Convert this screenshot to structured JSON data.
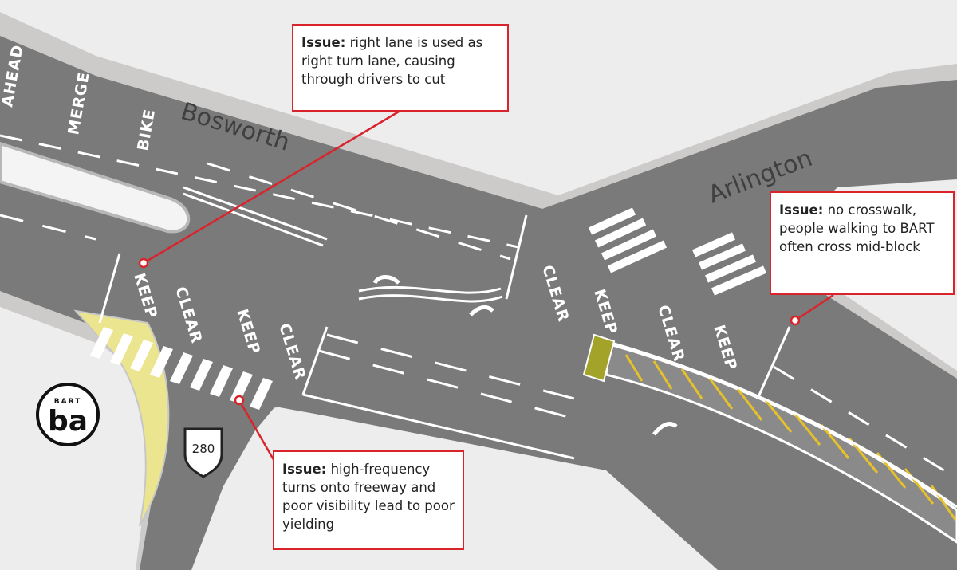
{
  "streets": {
    "bosworth": "Bosworth",
    "arlington": "Arlington"
  },
  "pavement_markings": {
    "ahead": "AHEAD",
    "merge": "MERGE",
    "bike": "BIKE",
    "keep": "KEEP",
    "clear": "CLEAR"
  },
  "callouts": [
    {
      "id": "right-lane",
      "label": "Issue:",
      "text": "right lane is used as right turn lane, causing through drivers to cut"
    },
    {
      "id": "crosswalk",
      "label": "Issue:",
      "text": "no crosswalk, people walking to BART often cross mid-block"
    },
    {
      "id": "freeway",
      "label": "Issue:",
      "text": "high-frequency turns onto freeway and poor visibility lead to poor yielding"
    }
  ],
  "logo": {
    "top": "BART",
    "main": "ba"
  },
  "route_shield": {
    "number": "280"
  },
  "colors": {
    "road": "#7a7a7a",
    "sidewalk": "#cdcaca",
    "background": "#ededed",
    "callout_border": "#d9242b",
    "accent_yellow": "#e6c12a",
    "bike_box": "#a3a32a"
  }
}
